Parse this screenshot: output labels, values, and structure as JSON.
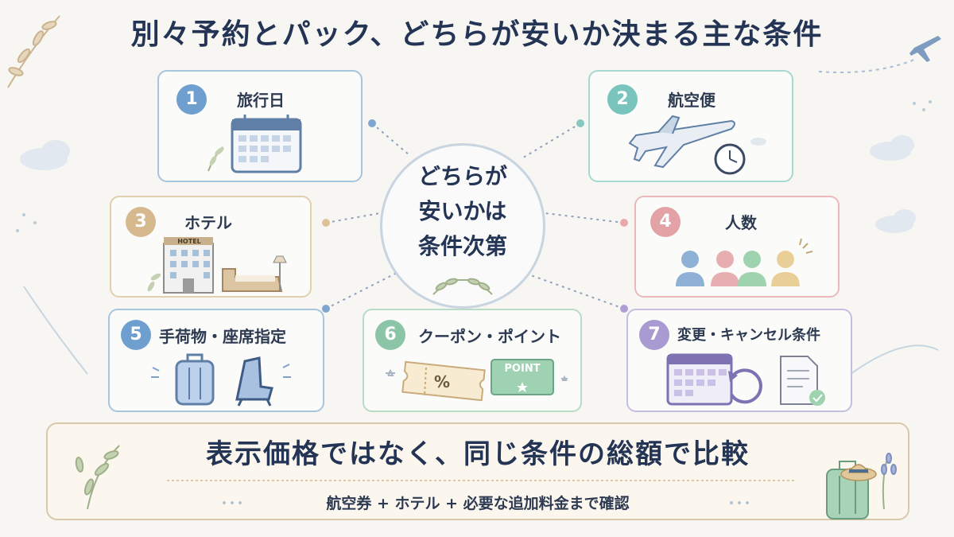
{
  "title": "別々予約とパック、どちらが安いか決まる主な条件",
  "center": {
    "line1": "どちらが",
    "line2": "安いかは",
    "line3": "条件次第"
  },
  "conditions": [
    {
      "num": "1",
      "label": "旅行日",
      "color": "#6e9fcf"
    },
    {
      "num": "2",
      "label": "航空便",
      "color": "#79c4bd"
    },
    {
      "num": "3",
      "label": "ホテル",
      "color": "#d7b98f"
    },
    {
      "num": "4",
      "label": "人数",
      "color": "#e3a2a6"
    },
    {
      "num": "5",
      "label": "手荷物・座席指定",
      "color": "#6e9fcf"
    },
    {
      "num": "6",
      "label": "クーポン・ポイント",
      "color": "#8cc4a7"
    },
    {
      "num": "7",
      "label": "変更・キャンセル条件",
      "color": "#a79bd1"
    }
  ],
  "hotel_sign": "HOTEL",
  "coupon_percent": "%",
  "point_card": "POINT",
  "bottom": {
    "main": "表示価格ではなく、同じ条件の総額で比較",
    "sub": "航空券 + ホテル + 必要な追加料金まで確認"
  }
}
